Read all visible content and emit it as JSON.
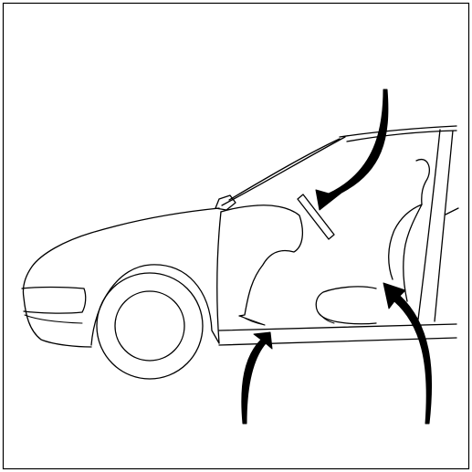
{
  "figure": {
    "subject": "car-door-sill-illustration",
    "colors": {
      "line": "#000000",
      "background": "#ffffff",
      "arrow": "#000000"
    },
    "arrows": [
      {
        "name": "arrow-upper-door",
        "icon": "curved-arrow-icon"
      },
      {
        "name": "arrow-lower-sill",
        "icon": "curved-arrow-icon"
      },
      {
        "name": "arrow-seat-area",
        "icon": "curved-arrow-icon"
      }
    ]
  }
}
